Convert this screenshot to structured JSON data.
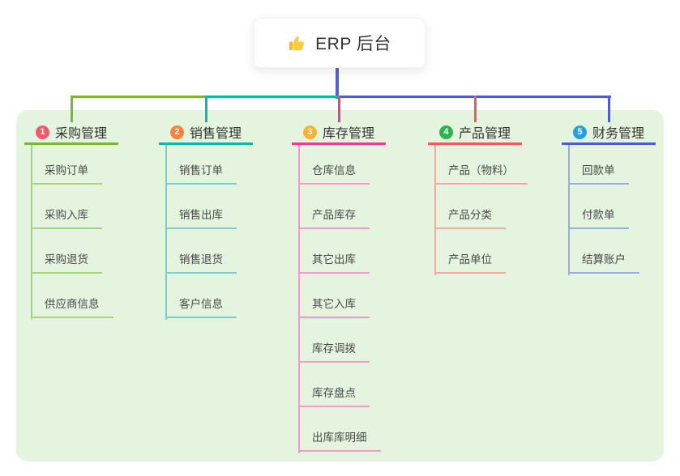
{
  "root": {
    "label": "ERP 后台",
    "icon": "thumbs-up"
  },
  "colors": {
    "panel_bg": "#E5F4DF",
    "root_connector": "#5361D2",
    "root_box_bg": "#FFFFFF",
    "title_text": "#333333",
    "child_text": "#4A4A4A"
  },
  "branches": [
    {
      "badge": "1",
      "badge_color": "#F0596E",
      "label": "采购管理",
      "line_color": "#7CB53E",
      "light_color": "#A9D47F",
      "children": [
        "采购订单",
        "采购入库",
        "采购退货",
        "供应商信息"
      ]
    },
    {
      "badge": "2",
      "badge_color": "#F8833B",
      "label": "销售管理",
      "line_color": "#17B3A6",
      "light_color": "#7BCFC5",
      "children": [
        "销售订单",
        "销售出库",
        "销售退货",
        "客户信息"
      ]
    },
    {
      "badge": "3",
      "badge_color": "#F9B234",
      "label": "库存管理",
      "line_color": "#E83E92",
      "light_color": "#F19BC6",
      "children": [
        "仓库信息",
        "产品库存",
        "其它出库",
        "其它入库",
        "库存调拨",
        "库存盘点",
        "出库库明细"
      ]
    },
    {
      "badge": "4",
      "badge_color": "#2FB44D",
      "label": "产品管理",
      "line_color": "#F4575C",
      "light_color": "#F4A7A3",
      "children": [
        "产品（物料）",
        "产品分类",
        "产品单位"
      ]
    },
    {
      "badge": "5",
      "badge_color": "#29A0DC",
      "label": "财务管理",
      "line_color": "#4A5FCE",
      "light_color": "#9AABE0",
      "children": [
        "回款单",
        "付款单",
        "结算账户"
      ]
    }
  ]
}
